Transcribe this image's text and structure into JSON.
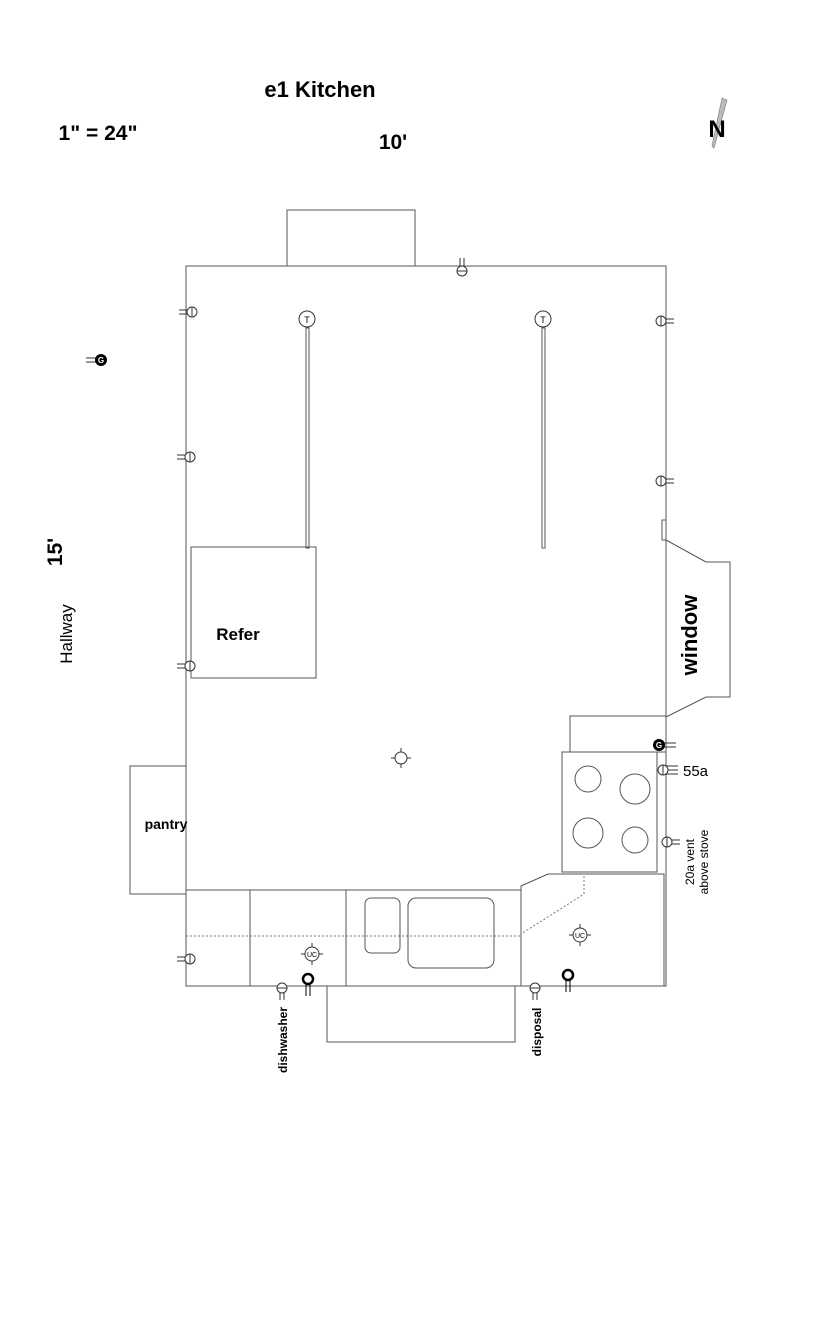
{
  "title": "e1 Kitchen",
  "scale": "1\" = 24\"",
  "width_dim": "10'",
  "length_dim": "15'",
  "north_label": "N",
  "labels": {
    "hallway": "Hallway",
    "refer": "Refer",
    "pantry": "pantry",
    "window": "window",
    "outlet_55a": "55a",
    "vent_line1": "20a vent",
    "vent_line2": "above stove",
    "dishwasher": "dishwasher",
    "disposal": "disposal",
    "thermostat": "T",
    "under_cabinet": "UC",
    "gfci": "G"
  }
}
